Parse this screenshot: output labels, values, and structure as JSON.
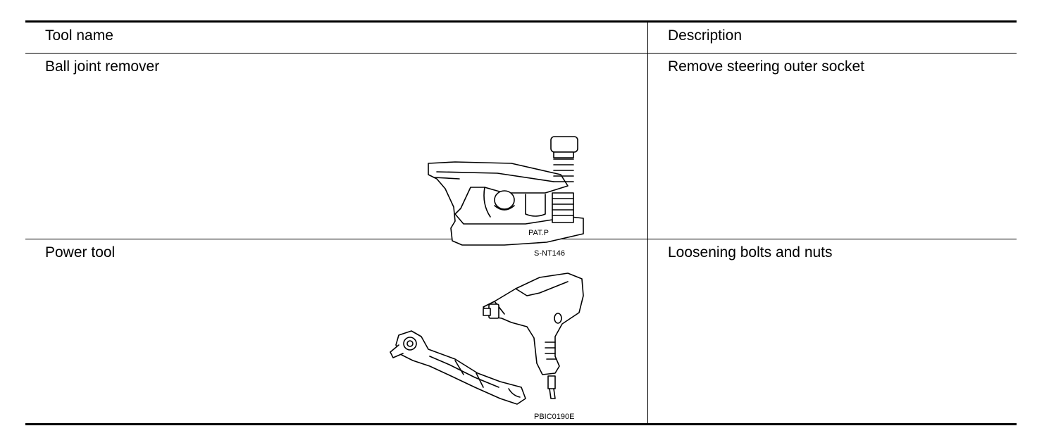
{
  "table": {
    "headers": {
      "tool_name": "Tool name",
      "description": "Description"
    },
    "rows": [
      {
        "tool_name": "Ball joint remover",
        "description": "Remove steering outer socket",
        "illustration": "ball-joint-remover",
        "illustration_marking": "PAT.P",
        "figure_code": "S-NT146"
      },
      {
        "tool_name": "Power tool",
        "description": "Loosening bolts and nuts",
        "illustration": "pneumatic-ratchet-and-impact-wrench",
        "figure_code": "PBIC0190E"
      }
    ]
  }
}
